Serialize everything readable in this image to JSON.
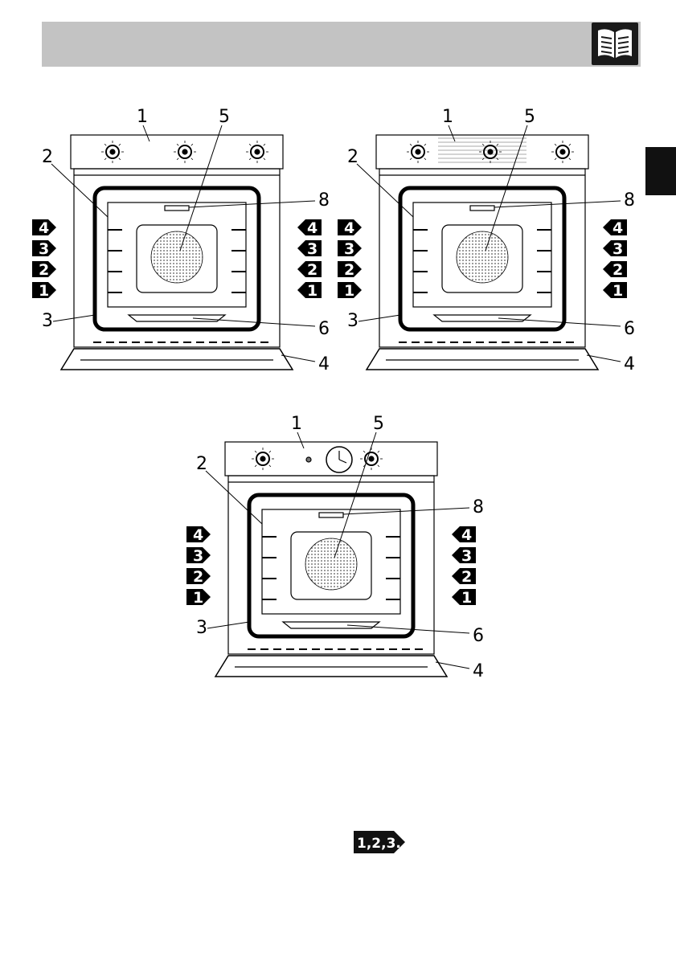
{
  "figures": [
    {
      "id": "oven-a",
      "callouts": [
        "1",
        "2",
        "3",
        "4",
        "5",
        "6",
        "8"
      ],
      "shelf_levels": [
        "4",
        "3",
        "2",
        "1"
      ]
    },
    {
      "id": "oven-b",
      "callouts": [
        "1",
        "2",
        "3",
        "4",
        "5",
        "6",
        "8"
      ],
      "shelf_levels": [
        "4",
        "3",
        "2",
        "1"
      ]
    },
    {
      "id": "oven-c",
      "callouts": [
        "1",
        "2",
        "3",
        "4",
        "5",
        "6",
        "8"
      ],
      "shelf_levels": [
        "4",
        "3",
        "2",
        "1"
      ]
    }
  ],
  "footer_icon_text": "1,2,3..",
  "icons": {
    "header": "manual-book-icon",
    "footer": "numbered-list-arrow-icon"
  },
  "colors": {
    "header_bar": "#c3c3c3",
    "tab": "#111111"
  }
}
